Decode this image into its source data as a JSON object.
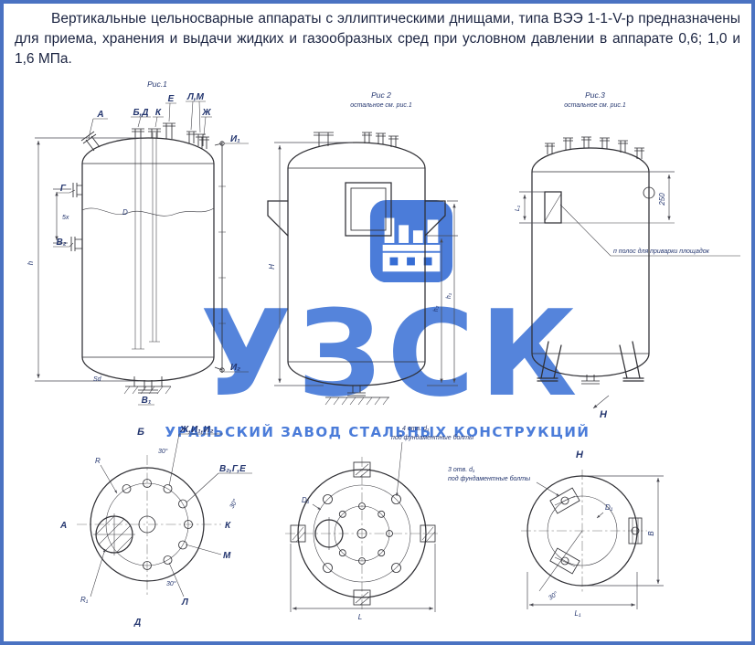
{
  "page": {
    "border_color": "#4a72c2",
    "background": "#ffffff"
  },
  "intro": {
    "text": "Вертикальные цельносварные аппараты с эллиптическими днищами, типа ВЭЭ 1-1-V-р предназначены для приема, хранения и выдачи жидких и газообразных сред при условном давлении в аппарате 0,6; 1,0 и 1,6 МПа."
  },
  "fig1": {
    "caption": "Рис.1",
    "labels": {
      "a": "А",
      "bd": "Б,Д",
      "k": "К",
      "e": "Е",
      "lm": "Л,М",
      "zh": "Ж",
      "g": "Г",
      "v2": "В₂",
      "v1": "В₁",
      "i1": "И₁",
      "i2": "И₂"
    },
    "dims": {
      "h": "h",
      "d": "D",
      "x5": "5х",
      "sd": "Sd"
    }
  },
  "fig2": {
    "caption": "Рис 2",
    "note": "остальное см. рис.1",
    "dims": {
      "H": "Н",
      "h1": "h₁",
      "h2": "h₂"
    }
  },
  "fig3": {
    "caption": "Рис.3",
    "note": "остальное см. рис.1",
    "dims": {
      "d250": "250",
      "l1": "L₁"
    },
    "view_arrow": "Н",
    "callout": "п полос для приварки площадок"
  },
  "view_b": {
    "title": "Б",
    "labels": {
      "zhi": "Ж,И₁,И₂",
      "vge": "В₂,Г,Е",
      "a": "А",
      "k": "К",
      "m": "М",
      "l": "Л",
      "d": "Д"
    },
    "dims": {
      "r": "R",
      "r1": "R₁",
      "deg30": "30°"
    }
  },
  "view_4bolt": {
    "note_line1": "4 отв. d₁",
    "note_line2": "под фундаментные болты",
    "dims": {
      "d1": "D₁",
      "L": "L"
    }
  },
  "view_h": {
    "title": "Н",
    "note_line1": "3 отв. d₁",
    "note_line2": "под фундаментные болты",
    "dims": {
      "d1": "D₁",
      "b": "В",
      "l1": "L₁",
      "deg30": "30°"
    }
  },
  "watermark": {
    "letters": "УЗСК",
    "subtitle": "УРАЛЬСКИЙ ЗАВОД СТАЛЬНЫХ КОНСТРУКЦИЙ",
    "color": "#2b65d2"
  }
}
